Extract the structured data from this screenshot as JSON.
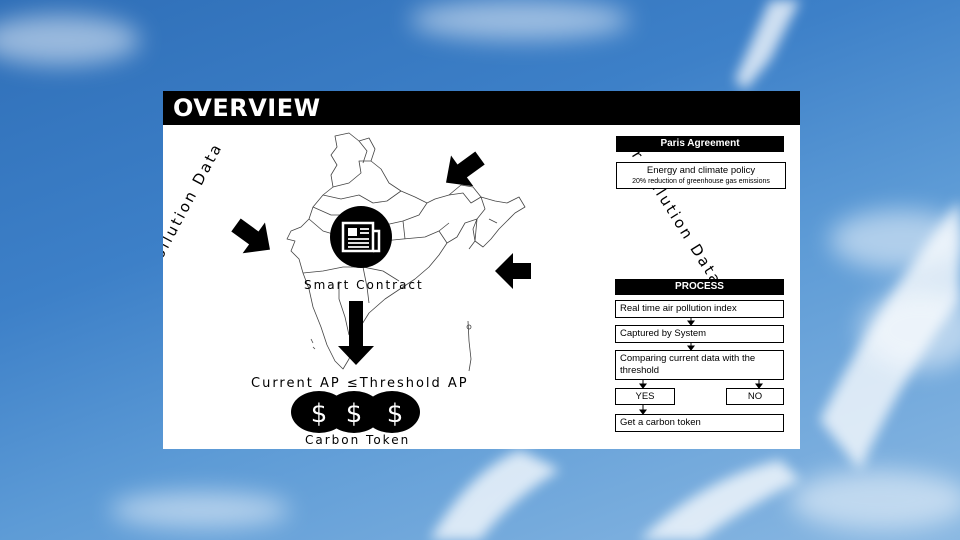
{
  "slide": {
    "title": "OVERVIEW"
  },
  "diagram": {
    "left_label": "Air Pollution Data",
    "right_label": "Air Pollution Data",
    "center_label": "Smart Contract",
    "condition_text": "Current AP ≤Threshold AP",
    "token_label": "Carbon Token",
    "token_symbols": [
      "$",
      "$",
      "$"
    ],
    "icons": [
      "india-map-icon",
      "contract-document-icon",
      "arrow-icon",
      "dollar-coin-icon"
    ]
  },
  "paris": {
    "title": "Paris Agreement",
    "policy": "Energy and climate policy",
    "policy_detail": "20% reduction of greenhouse gas emissions"
  },
  "process": {
    "title": "PROCESS",
    "step1": "Real time air pollution index",
    "step2": "Captured by System",
    "step3": "Comparing current data with the threshold",
    "yes": "YES",
    "no": "NO",
    "step4": "Get a carbon token"
  },
  "colors": {
    "sky": "#3d80c8",
    "panel": "#ffffff",
    "accent": "#000000"
  }
}
